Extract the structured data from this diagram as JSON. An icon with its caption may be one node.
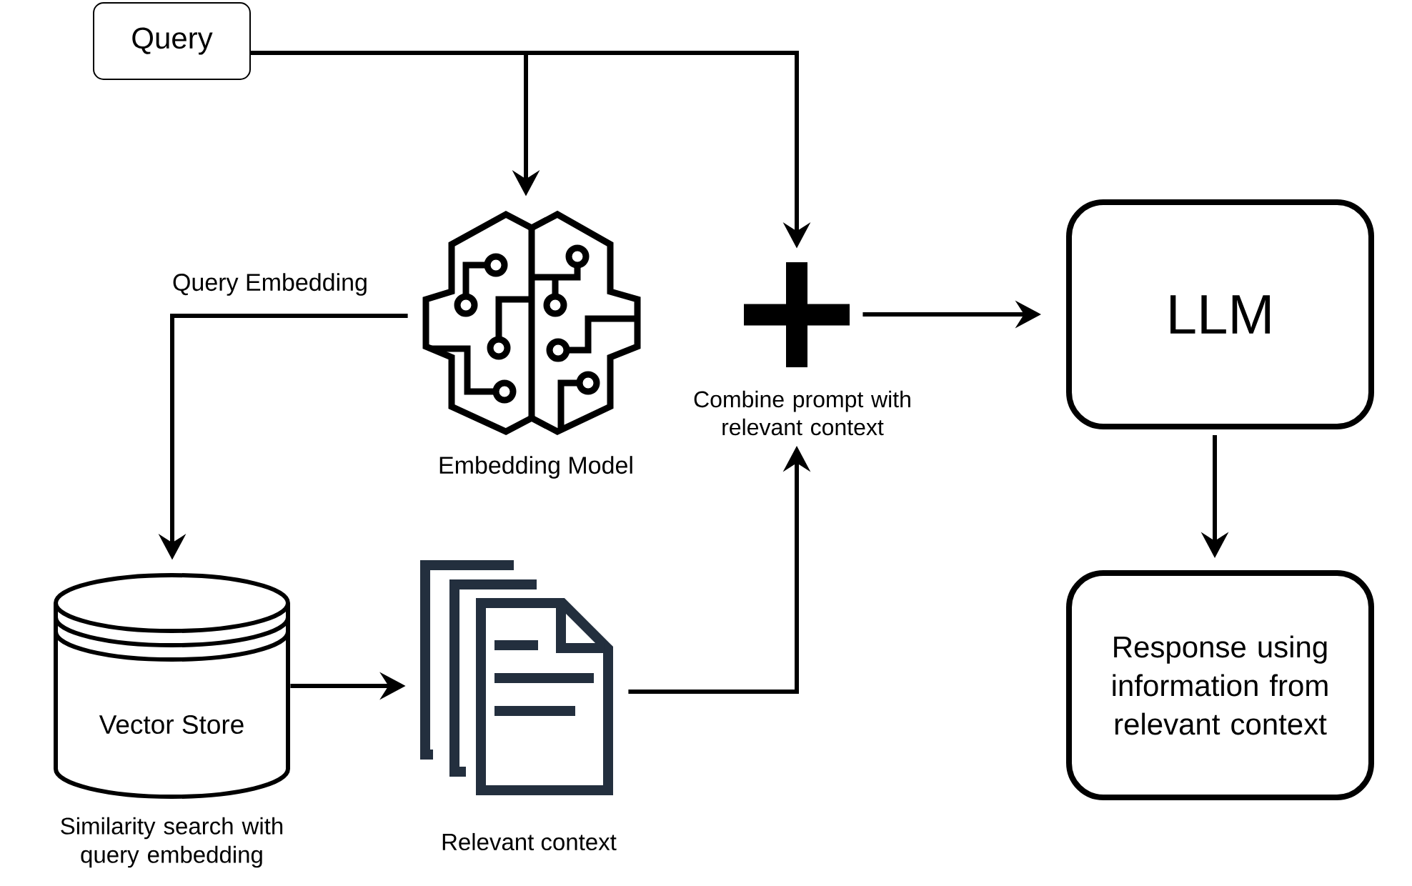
{
  "diagram": {
    "nodes": [
      {
        "text": [
          "Query"
        ]
      },
      {
        "text": [],
        "shape": "picture",
        "beside": [
          "Embedding Model"
        ]
      },
      {
        "text": [],
        "shape": "plus",
        "beside": [
          "Combine prompt with relevant context"
        ]
      },
      {
        "text": [
          "LLM"
        ]
      },
      {
        "text": [
          "Vector Store"
        ],
        "beside": [
          "Similarity search with query embedding"
        ]
      },
      {
        "text": [],
        "shape": "picture",
        "beside": [
          "Relevant context"
        ]
      },
      {
        "text": [
          "Response using information from relevant context"
        ]
      }
    ],
    "edges": [
      {
        "from": 0,
        "to": 1,
        "arrow": "to"
      },
      {
        "from": 0,
        "to": 2,
        "arrow": "to"
      },
      {
        "from": 1,
        "to": 4,
        "arrow": "to",
        "label": "Query Embedding"
      },
      {
        "from": 4,
        "to": 5,
        "arrow": "to"
      },
      {
        "from": 5,
        "to": 2,
        "arrow": "to"
      },
      {
        "from": 2,
        "to": 3,
        "arrow": "to"
      },
      {
        "from": 3,
        "to": 6,
        "arrow": "to"
      }
    ]
  }
}
